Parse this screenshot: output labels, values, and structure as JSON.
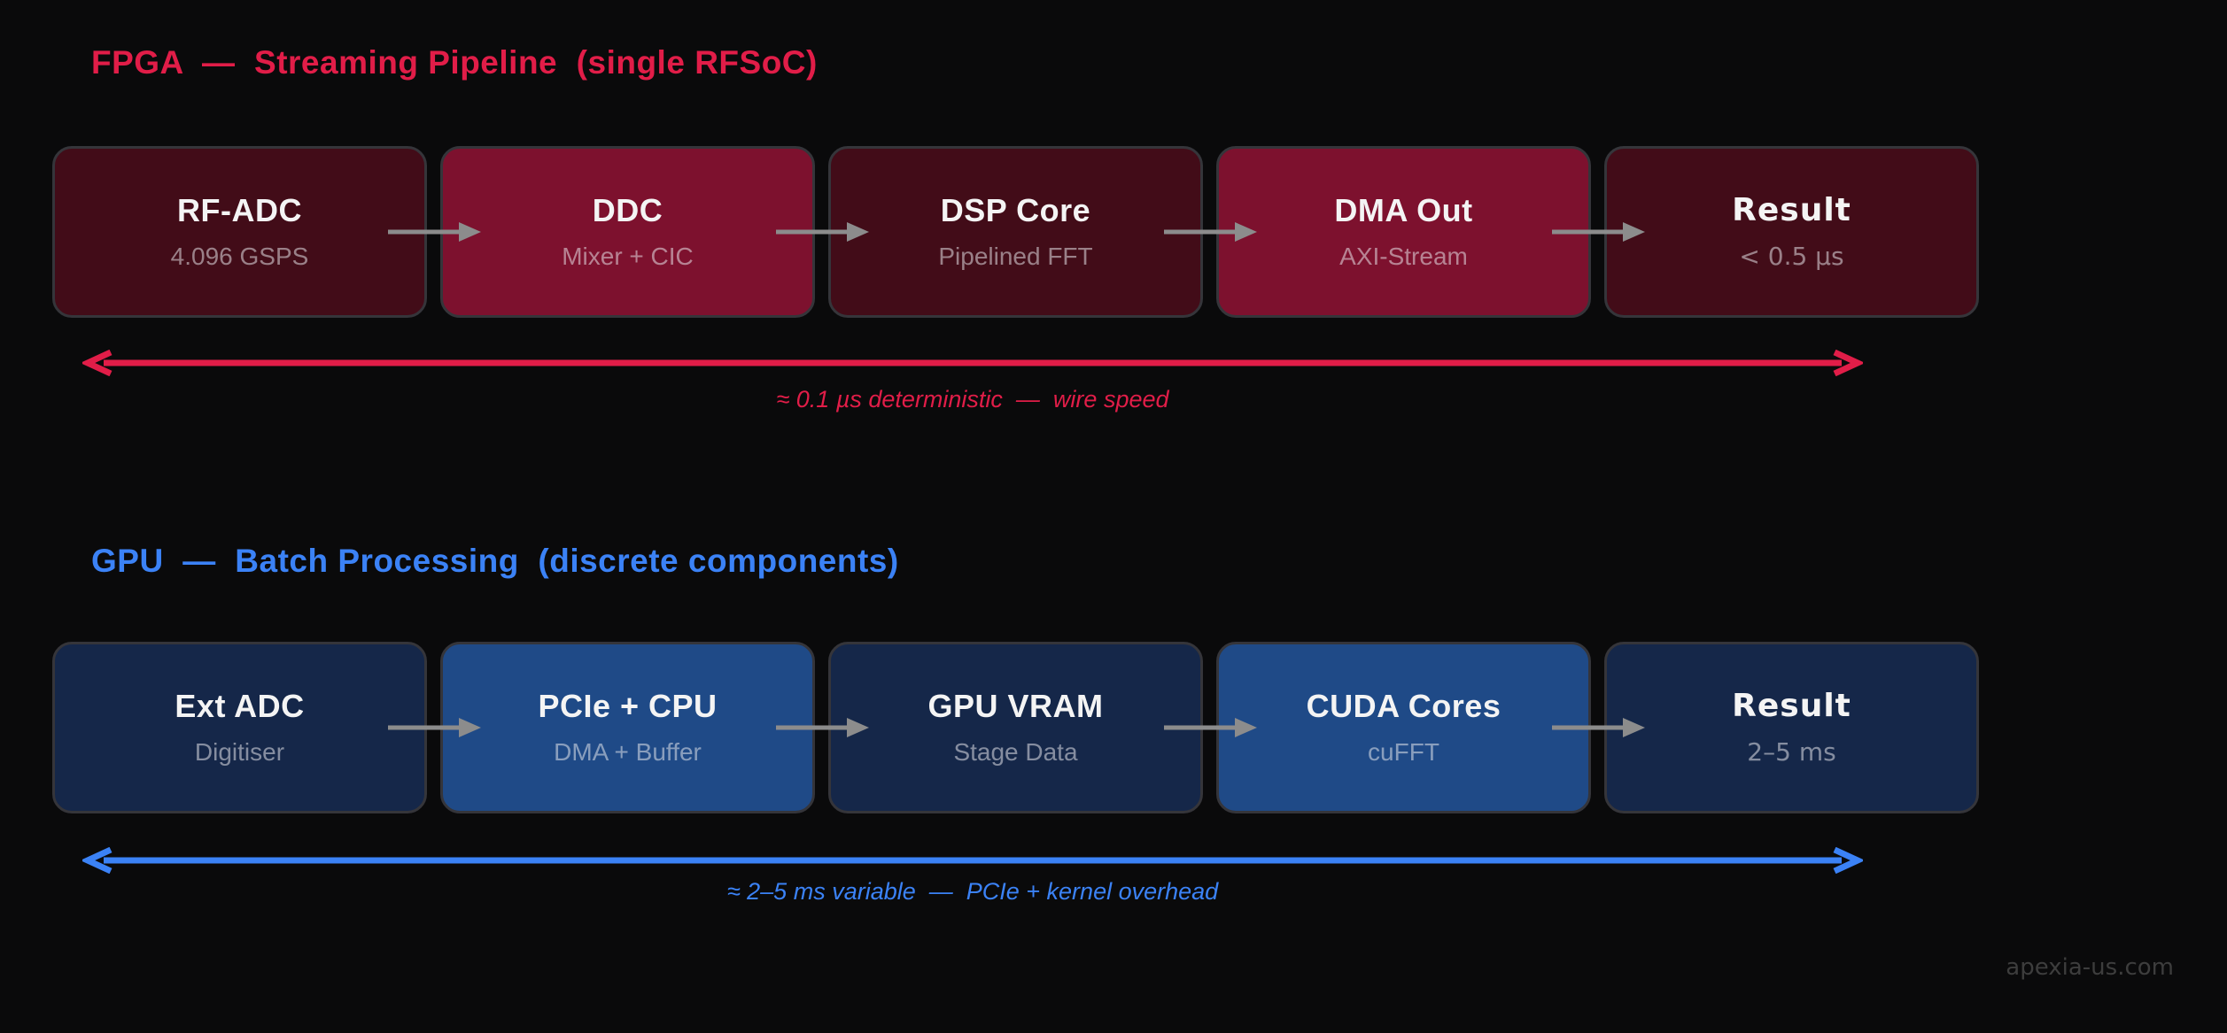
{
  "page": {
    "background_color": "#0a0a0b",
    "watermark": "apexia-us.com"
  },
  "sections": [
    {
      "id": "fpga",
      "title": "FPGA  —  Streaming Pipeline  (single RFSoC)",
      "accent_color": "#e11d48",
      "box_colors": {
        "dark": "#420c18",
        "bright": "#7d112e"
      },
      "annotation": "≈ 0.1 µs deterministic  —  wire speed",
      "nodes": [
        {
          "label": "RF-ADC",
          "sublabel": "4.096 GSPS"
        },
        {
          "label": "DDC",
          "sublabel": "Mixer + CIC"
        },
        {
          "label": "DSP Core",
          "sublabel": "Pipelined FFT"
        },
        {
          "label": "DMA Out",
          "sublabel": "AXI-Stream"
        },
        {
          "label": "Result",
          "sublabel": "< 0.5 µs"
        }
      ]
    },
    {
      "id": "gpu",
      "title": "GPU  —  Batch Processing  (discrete components)",
      "accent_color": "#3b82f6",
      "box_colors": {
        "dark": "#152749",
        "bright": "#1f4a87"
      },
      "annotation": "≈ 2–5 ms variable  —  PCIe + kernel overhead",
      "nodes": [
        {
          "label": "Ext ADC",
          "sublabel": "Digitiser"
        },
        {
          "label": "PCIe + CPU",
          "sublabel": "DMA + Buffer"
        },
        {
          "label": "GPU VRAM",
          "sublabel": "Stage Data"
        },
        {
          "label": "CUDA Cores",
          "sublabel": "cuFFT"
        },
        {
          "label": "Result",
          "sublabel": "2–5 ms"
        }
      ]
    }
  ],
  "icons": {
    "flow_arrow_color": "#8c8c8c"
  }
}
